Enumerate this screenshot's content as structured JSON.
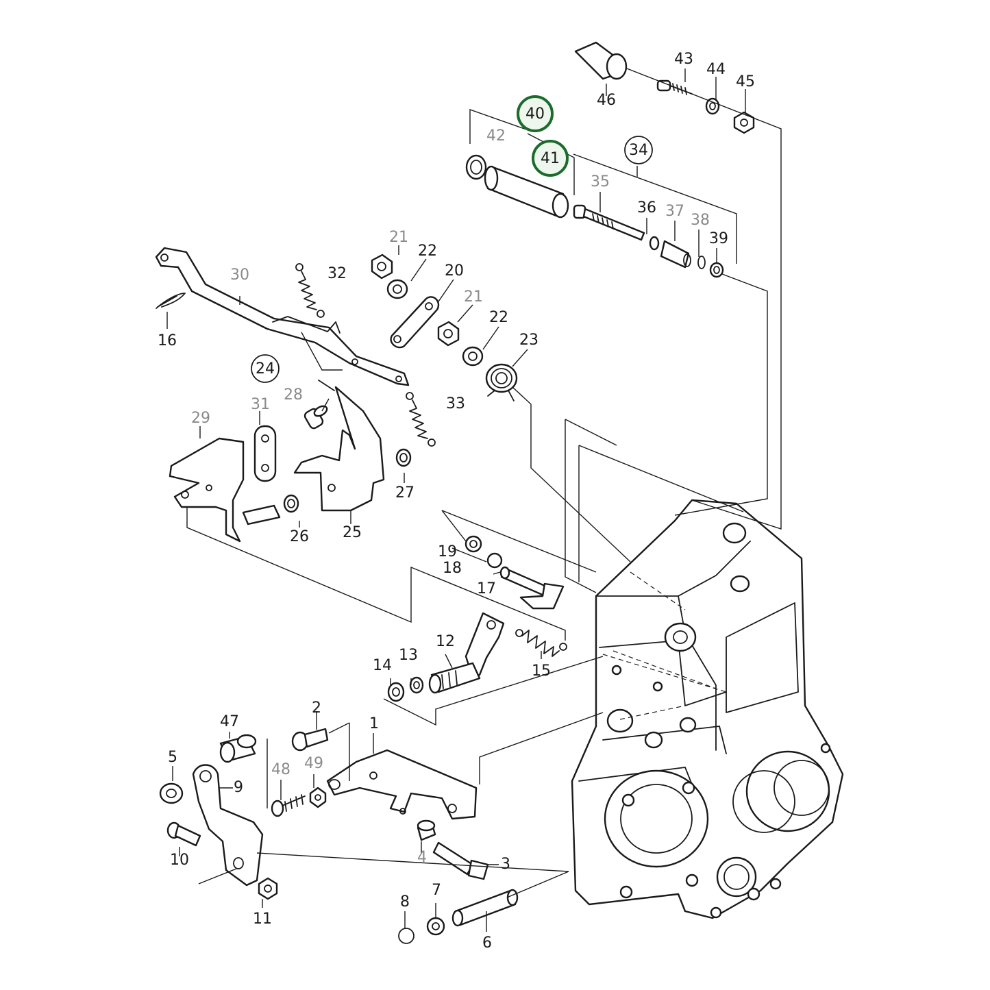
{
  "diagram": {
    "highlight_color": "#1b6b2a",
    "labels": [
      {
        "id": "1",
        "text": "1"
      },
      {
        "id": "2",
        "text": "2"
      },
      {
        "id": "3",
        "text": "3"
      },
      {
        "id": "4",
        "text": "4"
      },
      {
        "id": "5",
        "text": "5"
      },
      {
        "id": "6",
        "text": "6"
      },
      {
        "id": "7",
        "text": "7"
      },
      {
        "id": "8",
        "text": "8"
      },
      {
        "id": "9",
        "text": "9"
      },
      {
        "id": "10",
        "text": "10"
      },
      {
        "id": "11",
        "text": "11"
      },
      {
        "id": "12",
        "text": "12"
      },
      {
        "id": "13",
        "text": "13"
      },
      {
        "id": "14",
        "text": "14"
      },
      {
        "id": "15",
        "text": "15"
      },
      {
        "id": "16",
        "text": "16"
      },
      {
        "id": "17",
        "text": "17"
      },
      {
        "id": "18",
        "text": "18"
      },
      {
        "id": "19",
        "text": "19"
      },
      {
        "id": "20",
        "text": "20"
      },
      {
        "id": "21a",
        "text": "21"
      },
      {
        "id": "21b",
        "text": "21"
      },
      {
        "id": "22a",
        "text": "22"
      },
      {
        "id": "22b",
        "text": "22"
      },
      {
        "id": "23",
        "text": "23"
      },
      {
        "id": "24",
        "text": "24"
      },
      {
        "id": "25",
        "text": "25"
      },
      {
        "id": "26",
        "text": "26"
      },
      {
        "id": "27",
        "text": "27"
      },
      {
        "id": "28",
        "text": "28"
      },
      {
        "id": "29",
        "text": "29"
      },
      {
        "id": "30",
        "text": "30"
      },
      {
        "id": "31",
        "text": "31"
      },
      {
        "id": "32",
        "text": "32"
      },
      {
        "id": "33",
        "text": "33"
      },
      {
        "id": "34",
        "text": "34"
      },
      {
        "id": "35",
        "text": "35"
      },
      {
        "id": "36",
        "text": "36"
      },
      {
        "id": "37",
        "text": "37"
      },
      {
        "id": "38",
        "text": "38"
      },
      {
        "id": "39",
        "text": "39"
      },
      {
        "id": "40",
        "text": "40"
      },
      {
        "id": "41",
        "text": "41"
      },
      {
        "id": "42",
        "text": "42"
      },
      {
        "id": "43",
        "text": "43"
      },
      {
        "id": "44",
        "text": "44"
      },
      {
        "id": "45",
        "text": "45"
      },
      {
        "id": "46",
        "text": "46"
      },
      {
        "id": "47",
        "text": "47"
      },
      {
        "id": "48",
        "text": "48"
      },
      {
        "id": "49",
        "text": "49"
      }
    ]
  }
}
